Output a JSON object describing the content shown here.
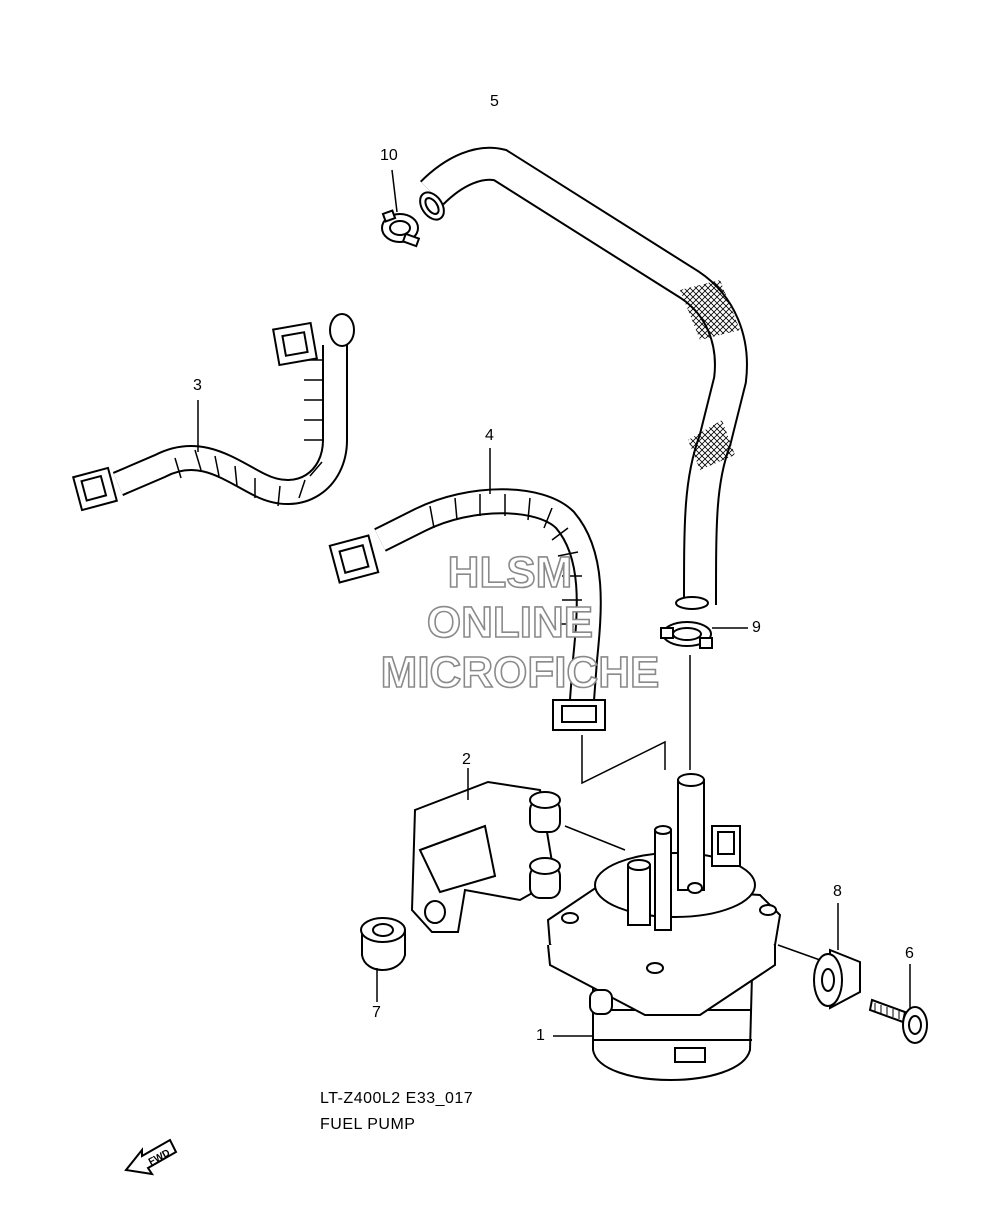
{
  "callouts": {
    "c1": "1",
    "c2": "2",
    "c3": "3",
    "c4": "4",
    "c5": "5",
    "c6": "6",
    "c7": "7",
    "c8": "8",
    "c9": "9",
    "c10": "10"
  },
  "caption": {
    "code": "LT-Z400L2 E33_017",
    "title": "FUEL PUMP"
  },
  "watermark": {
    "line1": "HLSM",
    "line2": "ONLINE",
    "line3": "MICROFICHE"
  },
  "fwd_label": "FWD",
  "colors": {
    "line": "#000000",
    "watermark_stroke": "#8a8a8a",
    "background": "#ffffff"
  }
}
